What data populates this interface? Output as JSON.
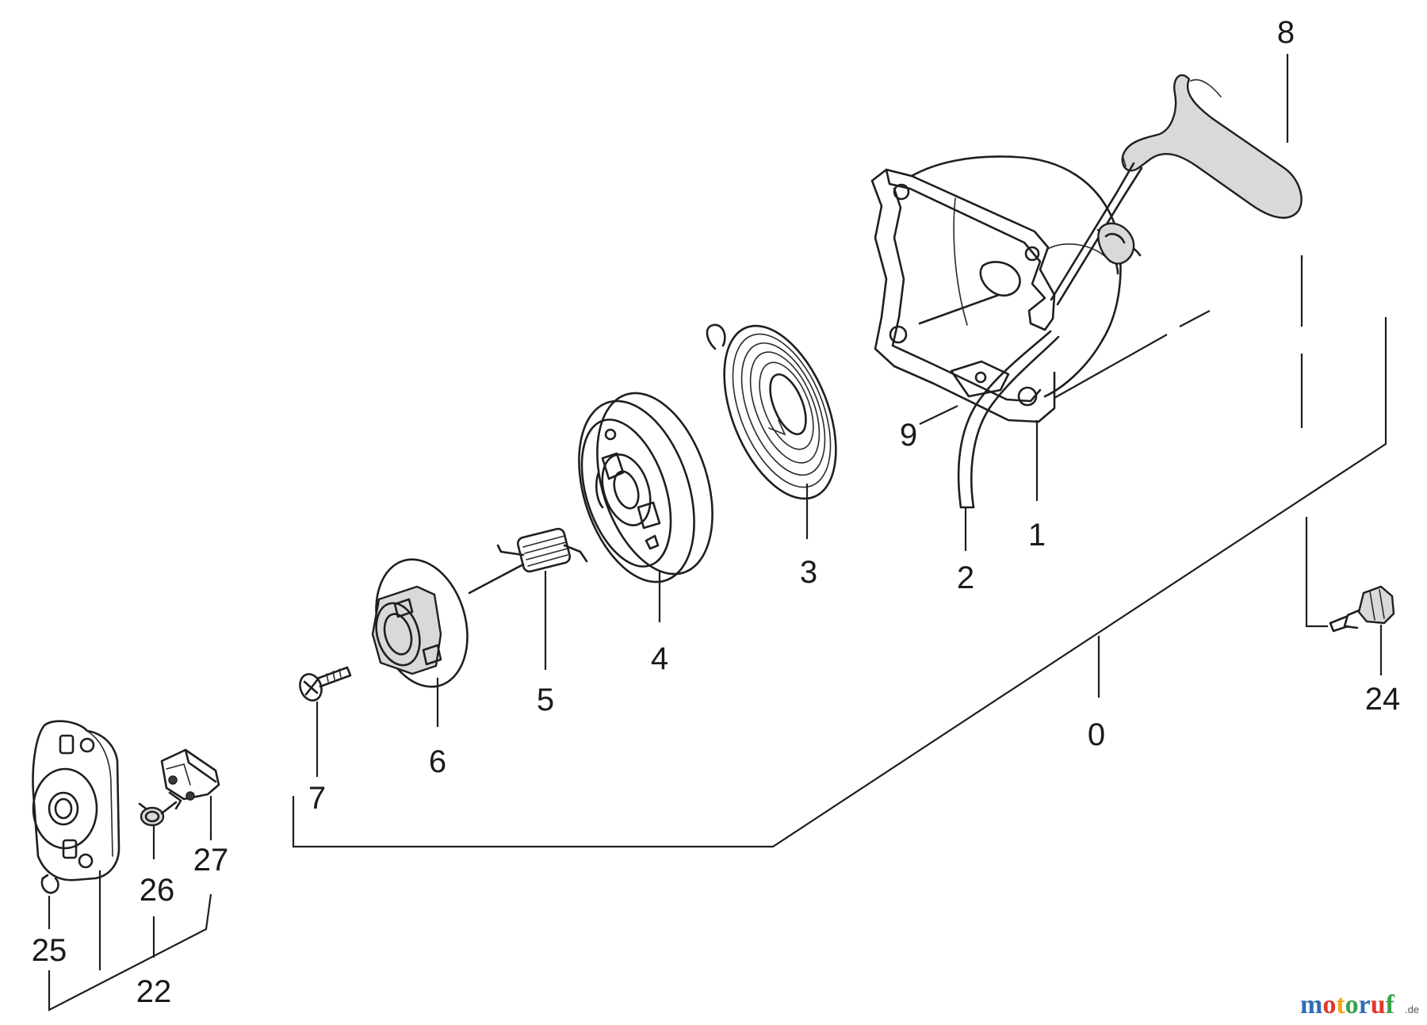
{
  "labels": {
    "p0": "0",
    "p1": "1",
    "p2": "2",
    "p3": "3",
    "p4": "4",
    "p5": "5",
    "p6": "6",
    "p7": "7",
    "p8": "8",
    "p9": "9",
    "p22": "22",
    "p24": "24",
    "p25": "25",
    "p26": "26",
    "p27": "27"
  },
  "watermark": {
    "letters": [
      "m",
      "o",
      "t",
      "o",
      "r",
      "u",
      "f"
    ],
    "colors": [
      "#2f6db5",
      "#e2362d",
      "#f2a51a",
      "#3aa24a",
      "#2f6db5",
      "#e2362d",
      "#3aa24a"
    ],
    "suffix": ".de"
  }
}
